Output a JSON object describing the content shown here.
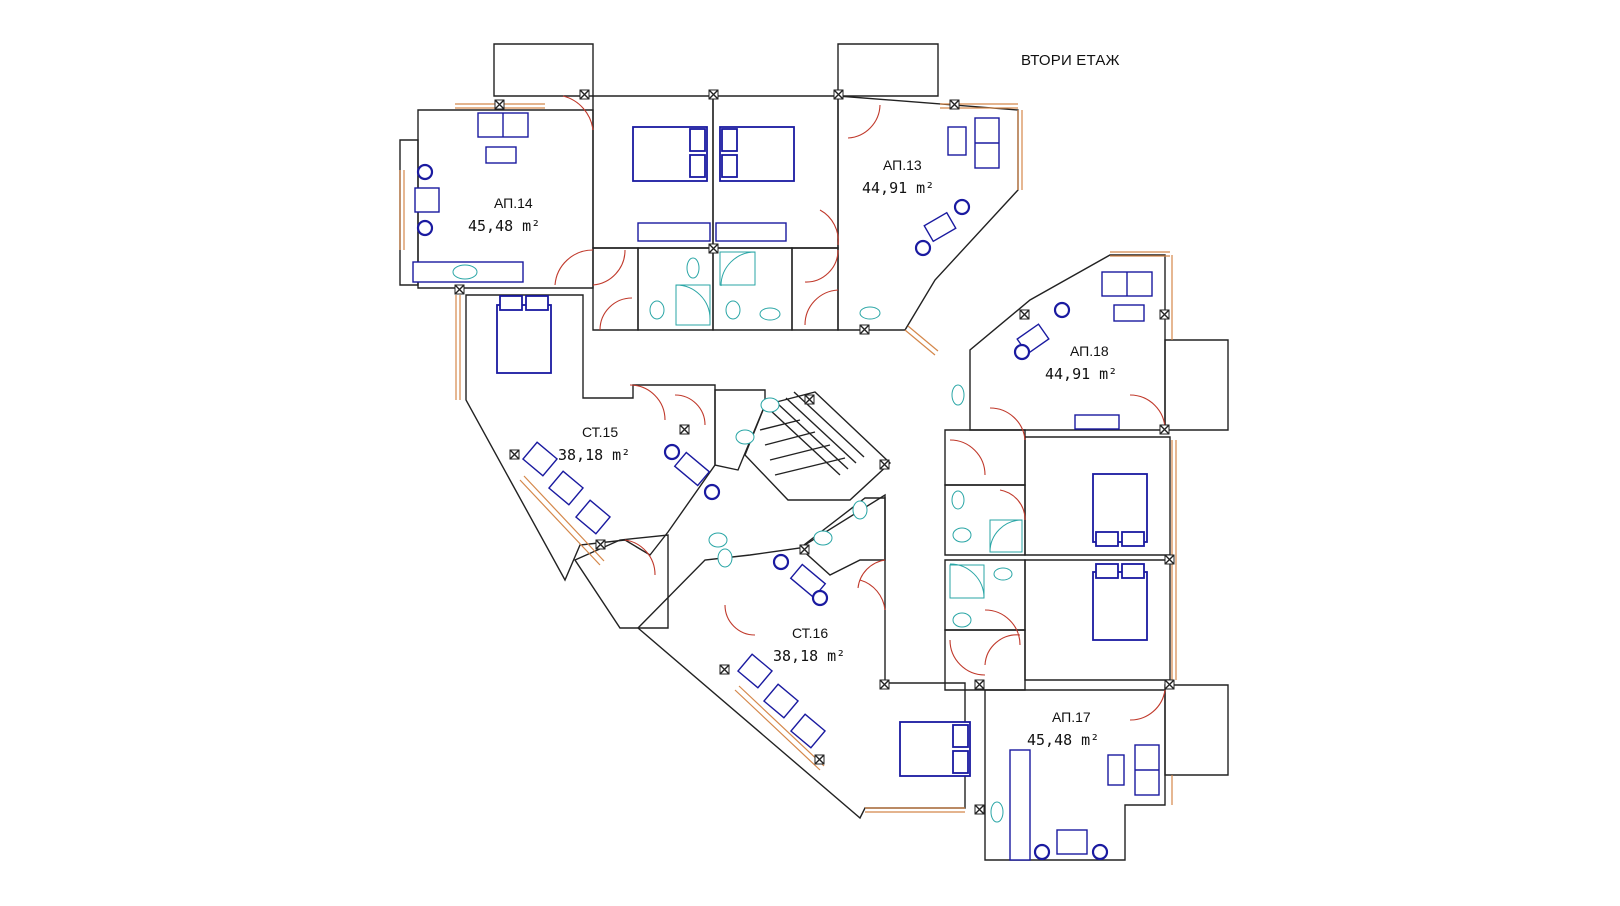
{
  "floor_title": "ВТОРИ ЕТАЖ",
  "colors": {
    "apartment_green": "#66cc66",
    "apartment_pink": "#f4a6a6",
    "studio_blue": "#3f9cf5",
    "studio_yellow": "#ffff00",
    "walls": "#222222",
    "furniture": "#1a1aa0",
    "doors": "#c0392b",
    "windows": "#d4874a"
  },
  "units": [
    {
      "id": "ap14",
      "name": "АП.14",
      "area": "45,48 m²"
    },
    {
      "id": "ap13",
      "name": "АП.13",
      "area": "44,91 m²"
    },
    {
      "id": "ap18",
      "name": "АП.18",
      "area": "44,91 m²"
    },
    {
      "id": "st15",
      "name": "СТ.15",
      "area": "38,18 m²"
    },
    {
      "id": "st16",
      "name": "СТ.16",
      "area": "38,18 m²"
    },
    {
      "id": "ap17",
      "name": "АП.17",
      "area": "45,48 m²"
    }
  ]
}
